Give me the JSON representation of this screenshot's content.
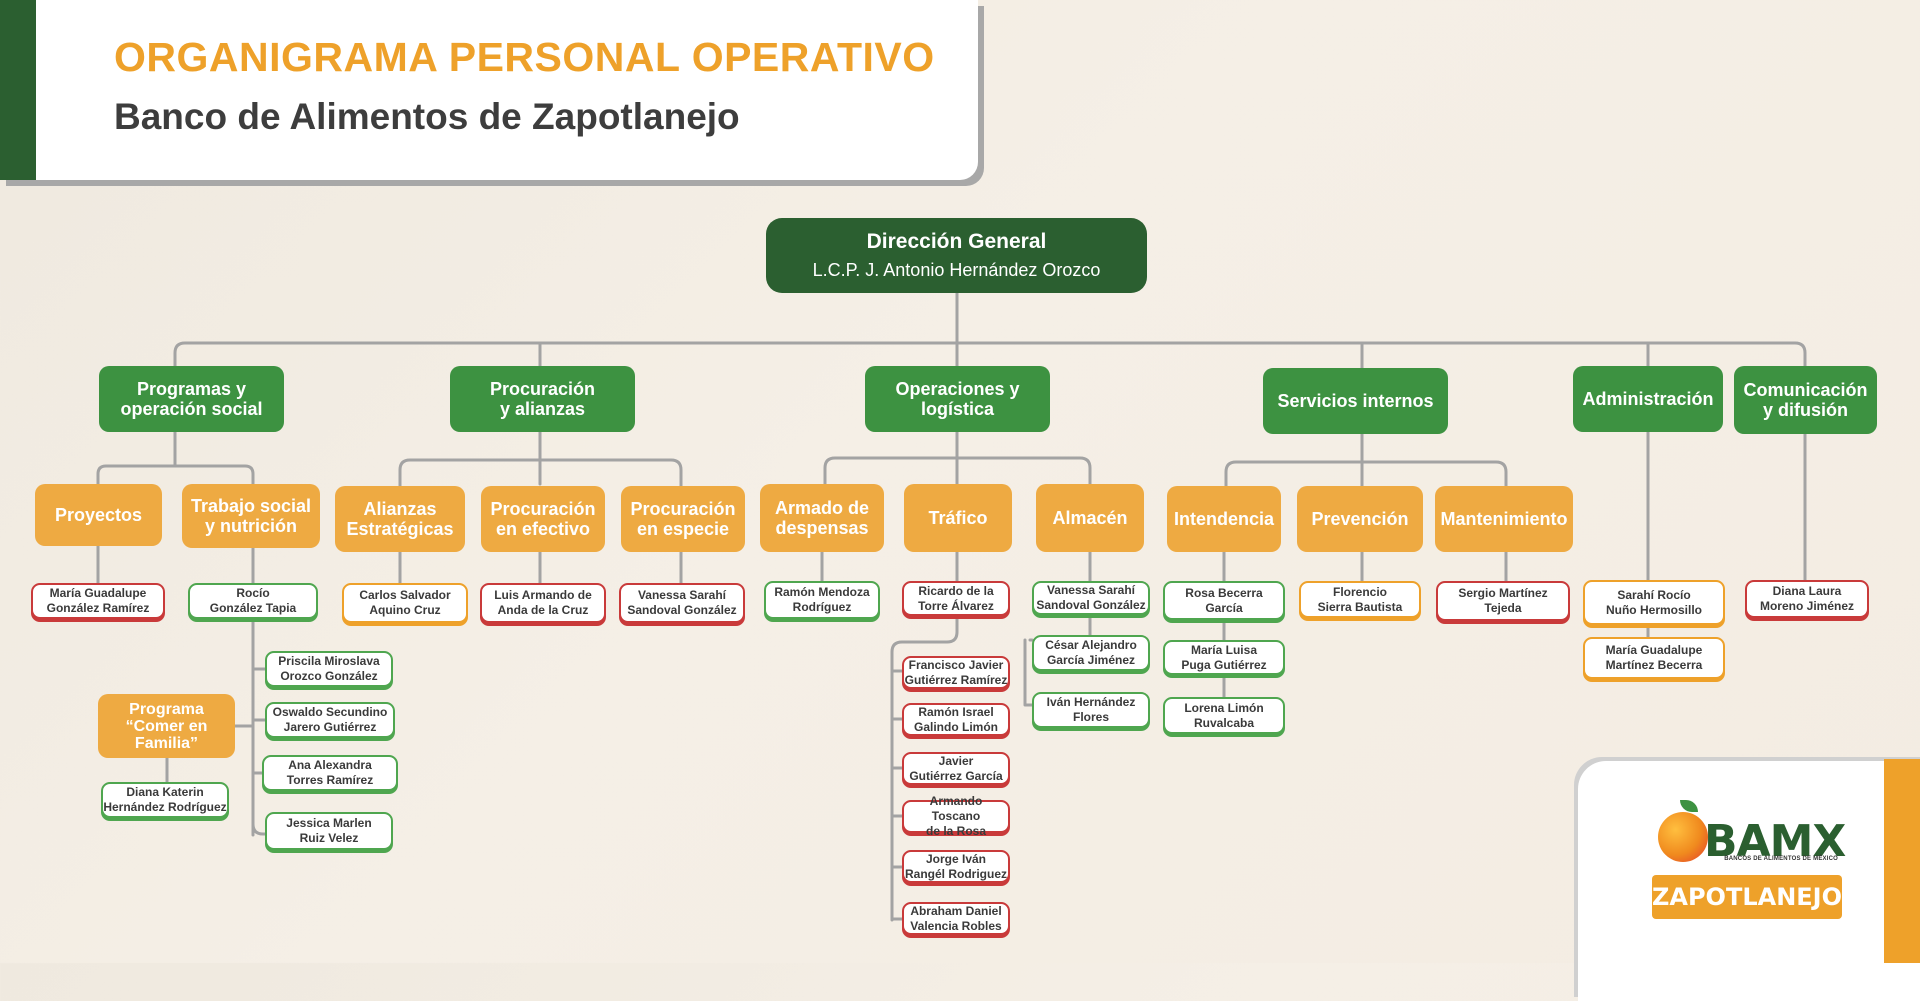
{
  "header": {
    "title": "ORGANIGRAMA PERSONAL OPERATIVO",
    "subtitle": "Banco de Alimentos de Zapotlanejo"
  },
  "colors": {
    "dark_green": "#2b5f30",
    "green": "#3d9241",
    "orange": "#eea12a",
    "red": "#c93a3a",
    "connector": "#a3a3a3"
  },
  "root": {
    "title": "Dirección General",
    "name": "L.C.P. J. Antonio Hernández Orozco"
  },
  "departments": {
    "programas": "Programas y\noperación social",
    "procuracion": "Procuración\ny alianzas",
    "operaciones": "Operaciones y\nlogística",
    "servicios": "Servicios internos",
    "administracion": "Administración",
    "comunicacion": "Comunicación\ny difusión"
  },
  "units": {
    "proyectos": "Proyectos",
    "trabajo_social": "Trabajo social\ny nutrición",
    "comer_familia": "Programa\n“Comer en\nFamilia”",
    "alianzas": "Alianzas\nEstratégicas",
    "proc_efectivo": "Procuración\nen efectivo",
    "proc_especie": "Procuración\nen especie",
    "armado": "Armado de\ndespensas",
    "trafico": "Tráfico",
    "almacen": "Almacén",
    "intendencia": "Intendencia",
    "prevencion": "Prevención",
    "mantenimiento": "Mantenimiento"
  },
  "people": {
    "proyectos_1": "María Guadalupe\nGonzález Ramírez",
    "trabajo_1": "Rocío\nGonzález Tapia",
    "trabajo_2": "Priscila Miroslava\nOrozco González",
    "trabajo_3": "Oswaldo Secundino\nJarero Gutiérrez",
    "trabajo_4": "Ana Alexandra\nTorres Ramírez",
    "trabajo_5": "Jessica Marlen\nRuiz Velez",
    "comer_1": "Diana Katerin\nHernández Rodríguez",
    "alianzas_1": "Carlos Salvador\nAquino Cruz",
    "efectivo_1": "Luis Armando de\nAnda de la Cruz",
    "especie_1": "Vanessa Sarahí\nSandoval González",
    "armado_1": "Ramón Mendoza\nRodríguez",
    "trafico_1": "Ricardo de la\nTorre Álvarez",
    "trafico_2": "Francisco Javier\nGutiérrez Ramírez",
    "trafico_3": "Ramón Israel\nGalindo Limón",
    "trafico_4": "Javier\nGutiérrez García",
    "trafico_5": "Armando Toscano\nde la Rosa",
    "trafico_6": "Jorge Iván\nRangél Rodriguez",
    "trafico_7": "Abraham Daniel\nValencia Robles",
    "almacen_1": "Vanessa Sarahí\nSandoval González",
    "almacen_2": "César Alejandro\nGarcía Jiménez",
    "almacen_3": "Iván Hernández\nFlores",
    "intendencia_1": "Rosa Becerra\nGarcía",
    "intendencia_2": "María Luisa\nPuga Gutiérrez",
    "intendencia_3": "Lorena Limón\nRuvalcaba",
    "prevencion_1": "Florencio\nSierra Bautista",
    "mantenimiento_1": "Sergio Martínez\nTejeda",
    "administracion_1": "Sarahí Rocío\nNuño Hermosillo",
    "administracion_2": "María Guadalupe\nMartínez Becerra",
    "comunicacion_1": "Diana Laura\nMoreno Jiménez"
  },
  "logo": {
    "brand": "BAMX",
    "tagline": "BANCOS DE ALIMENTOS DE MÉXICO",
    "banner": "ZAPOTLANEJO"
  }
}
